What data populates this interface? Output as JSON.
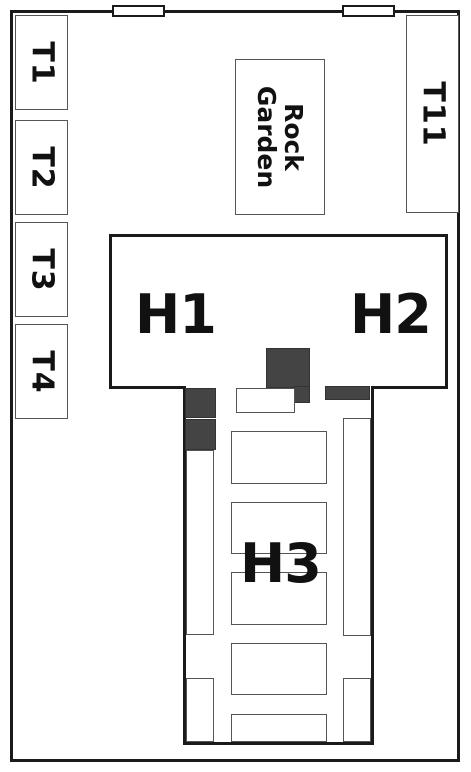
{
  "plan": {
    "tables": [
      "T1",
      "T2",
      "T3",
      "T4",
      "T11"
    ],
    "rock_garden": "Rock\nGarden",
    "houses": {
      "h1": "H1",
      "h2": "H2",
      "h3": "H3"
    }
  },
  "colors": {
    "outline": "#1a1a1a",
    "shaded": "#444444",
    "box_border": "#555555"
  }
}
